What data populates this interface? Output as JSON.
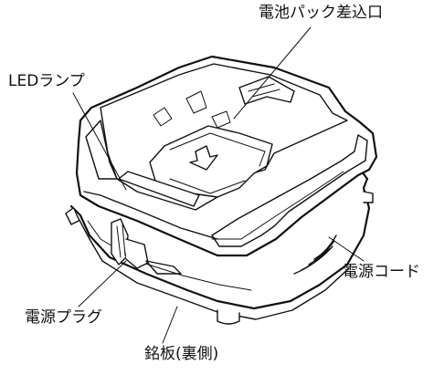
{
  "labels": {
    "battery_slot": "電池パック差込口",
    "led_lamp": "LEDランプ",
    "power_cord": "電源コード",
    "power_plug": "電源プラグ",
    "nameplate": "銘板(裏側)"
  }
}
